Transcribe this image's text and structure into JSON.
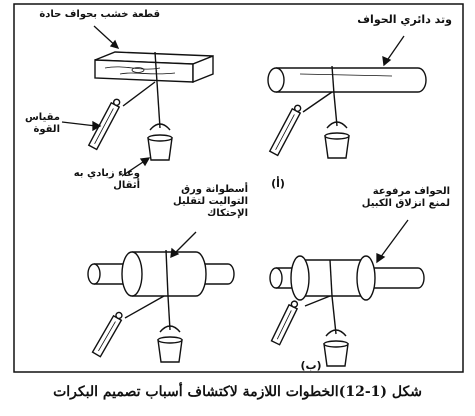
{
  "labels": {
    "wood_block": "قطعة خشب بحواف حادة",
    "force_gauge": "مقياس\nالقوة",
    "spring_bucket": "وعاء زبادي به\nأثقال",
    "peg": "وتد دائري الحواف",
    "tag_a": "(أ)",
    "roller": "أسطوانة ورق\nالتواليت لتقليل\nالإحتكاك",
    "raised_edges": "الحواف مرفوعة\nلمنع انزلاق الكبيل",
    "tag_b": "(ب)"
  },
  "caption": "شكل (1-12)الخطوات اللازمة لاكتشاف أسباب تصميم البكرات",
  "colors": {
    "line": "#111111",
    "frame": "#111111",
    "background": "#ffffff"
  }
}
